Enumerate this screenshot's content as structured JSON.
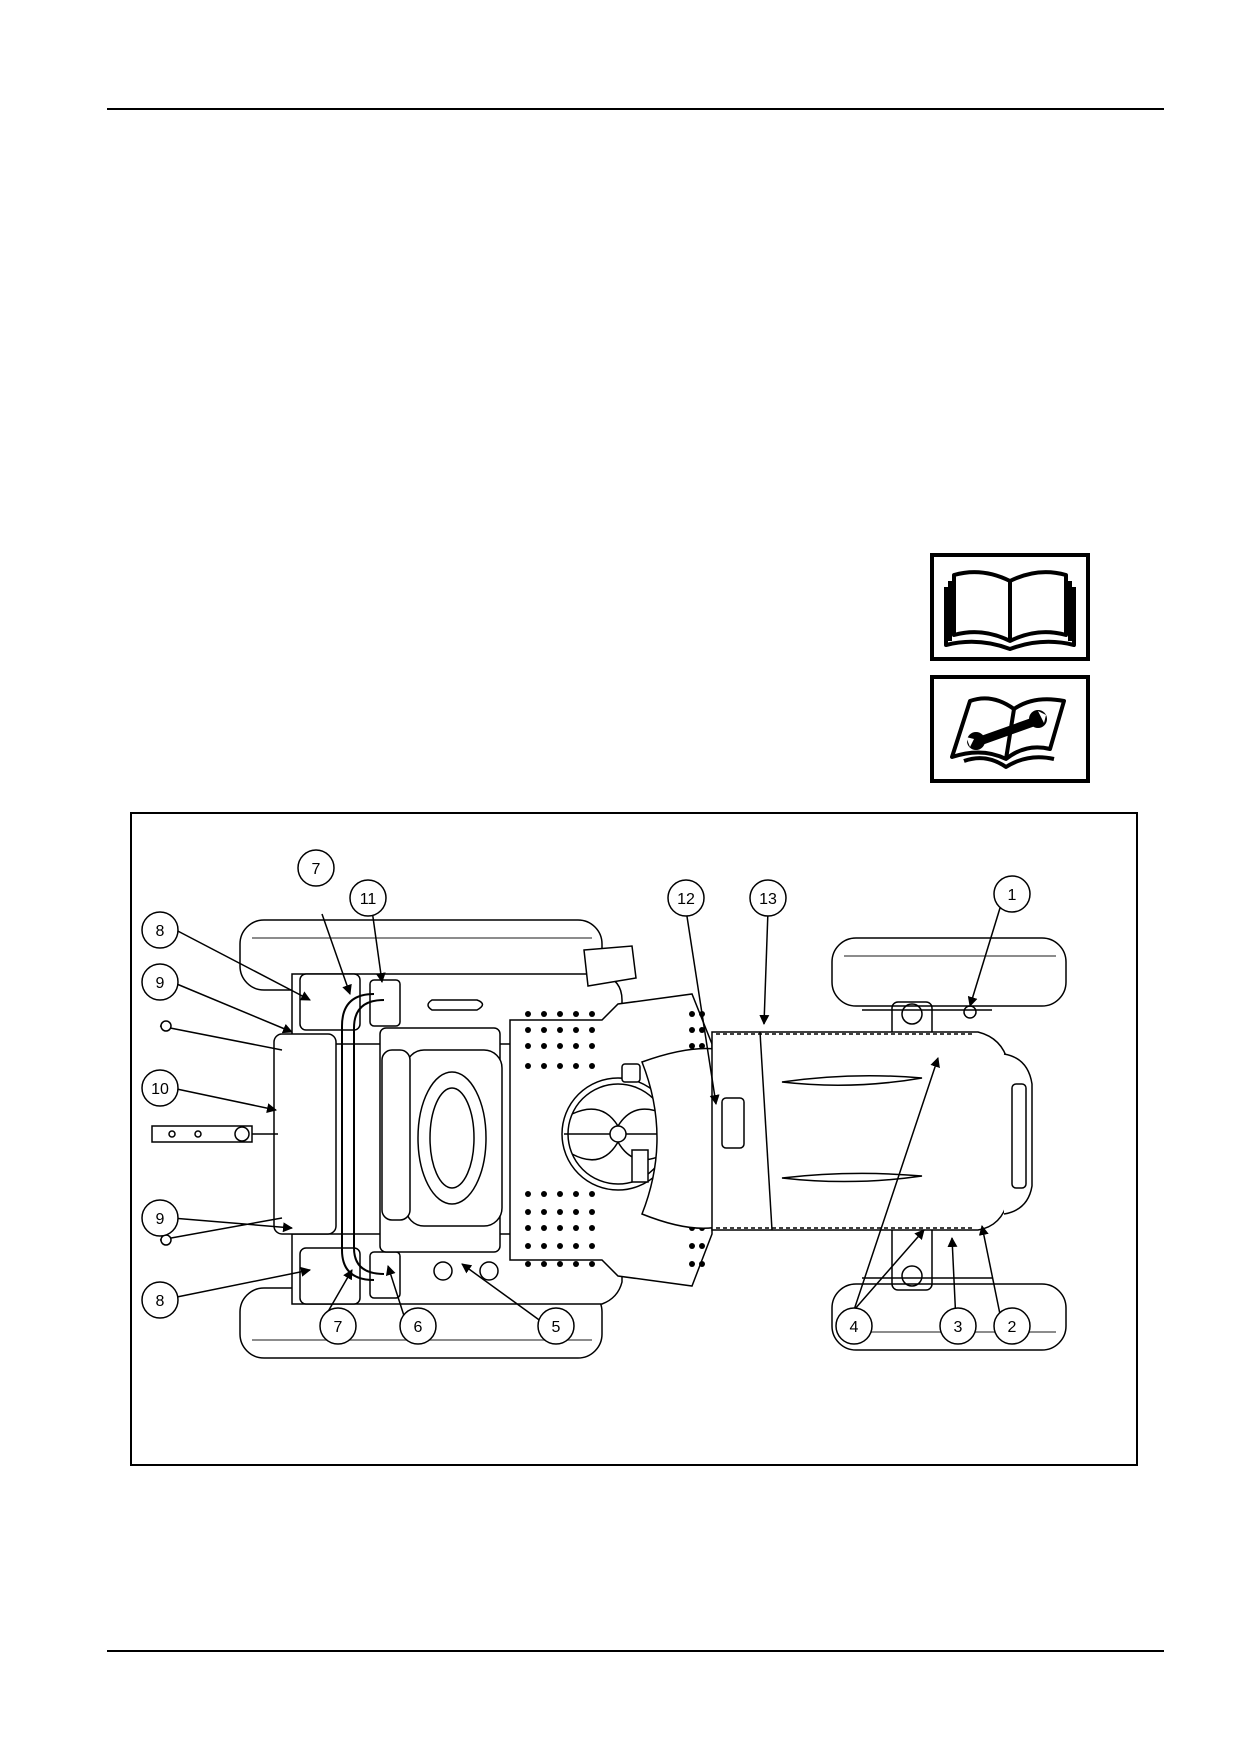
{
  "figure": {
    "callouts": [
      {
        "id": "c1",
        "label": "1"
      },
      {
        "id": "c2",
        "label": "2"
      },
      {
        "id": "c3",
        "label": "3"
      },
      {
        "id": "c4",
        "label": "4"
      },
      {
        "id": "c5",
        "label": "5"
      },
      {
        "id": "c6",
        "label": "6"
      },
      {
        "id": "c7a",
        "label": "7"
      },
      {
        "id": "c7b",
        "label": "7"
      },
      {
        "id": "c8a",
        "label": "8"
      },
      {
        "id": "c8b",
        "label": "8"
      },
      {
        "id": "c9a",
        "label": "9"
      },
      {
        "id": "c9b",
        "label": "9"
      },
      {
        "id": "c10",
        "label": "10"
      },
      {
        "id": "c11",
        "label": "11"
      },
      {
        "id": "c12",
        "label": "12"
      },
      {
        "id": "c13",
        "label": "13"
      }
    ]
  },
  "symbols": {
    "operator_manual_icon": "book-icon",
    "service_manual_icon": "wrench-manual-icon"
  }
}
